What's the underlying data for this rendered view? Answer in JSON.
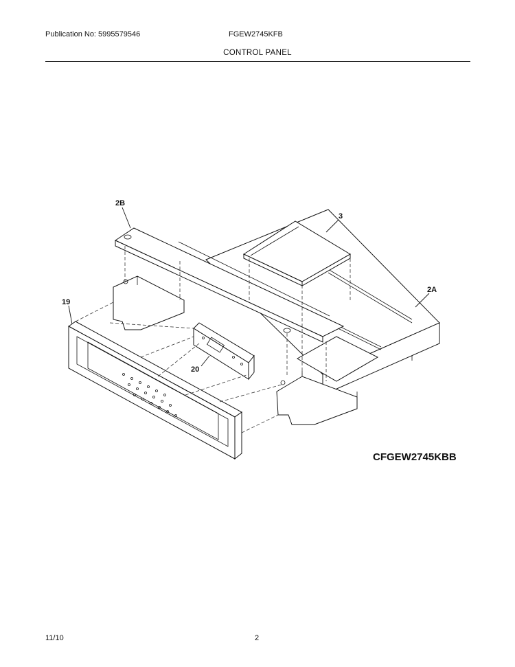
{
  "header": {
    "publication": "Publication No: 5995579546",
    "model": "FGEW2745KFB",
    "section_title": "CONTROL PANEL"
  },
  "diagram": {
    "callouts": {
      "backguard_top": "2B",
      "cover": "3",
      "end_panel": "2A",
      "control_panel_trim": "19",
      "control_board": "20"
    },
    "variant_label": "CFGEW2745KBB"
  },
  "footer": {
    "date": "11/10",
    "page": "2"
  }
}
